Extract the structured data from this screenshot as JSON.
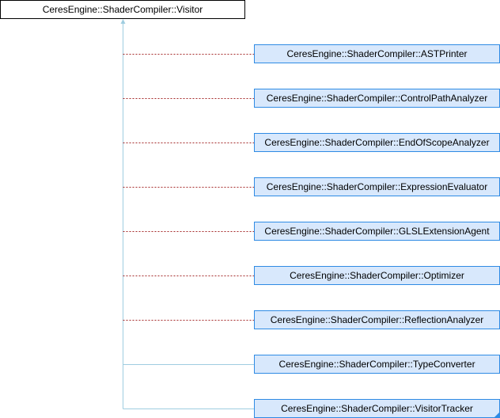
{
  "diagram": {
    "base_class": "CeresEngine::ShaderCompiler::Visitor",
    "derived_classes": [
      {
        "name": "CeresEngine::ShaderCompiler::ASTPrinter",
        "link": "dashed"
      },
      {
        "name": "CeresEngine::ShaderCompiler::ControlPathAnalyzer",
        "link": "dashed"
      },
      {
        "name": "CeresEngine::ShaderCompiler::EndOfScopeAnalyzer",
        "link": "dashed"
      },
      {
        "name": "CeresEngine::ShaderCompiler::ExpressionEvaluator",
        "link": "dashed"
      },
      {
        "name": "CeresEngine::ShaderCompiler::GLSLExtensionAgent",
        "link": "dashed"
      },
      {
        "name": "CeresEngine::ShaderCompiler::Optimizer",
        "link": "dashed"
      },
      {
        "name": "CeresEngine::ShaderCompiler::ReflectionAnalyzer",
        "link": "dashed"
      },
      {
        "name": "CeresEngine::ShaderCompiler::TypeConverter",
        "link": "solid"
      },
      {
        "name": "CeresEngine::ShaderCompiler::VisitorTracker",
        "link": "solid"
      }
    ],
    "colors": {
      "inheritance_line": "#9fcde0",
      "dashed_link": "#a62b2b",
      "child_fill": "#d8e8fc",
      "child_border": "#2f8be4"
    }
  }
}
